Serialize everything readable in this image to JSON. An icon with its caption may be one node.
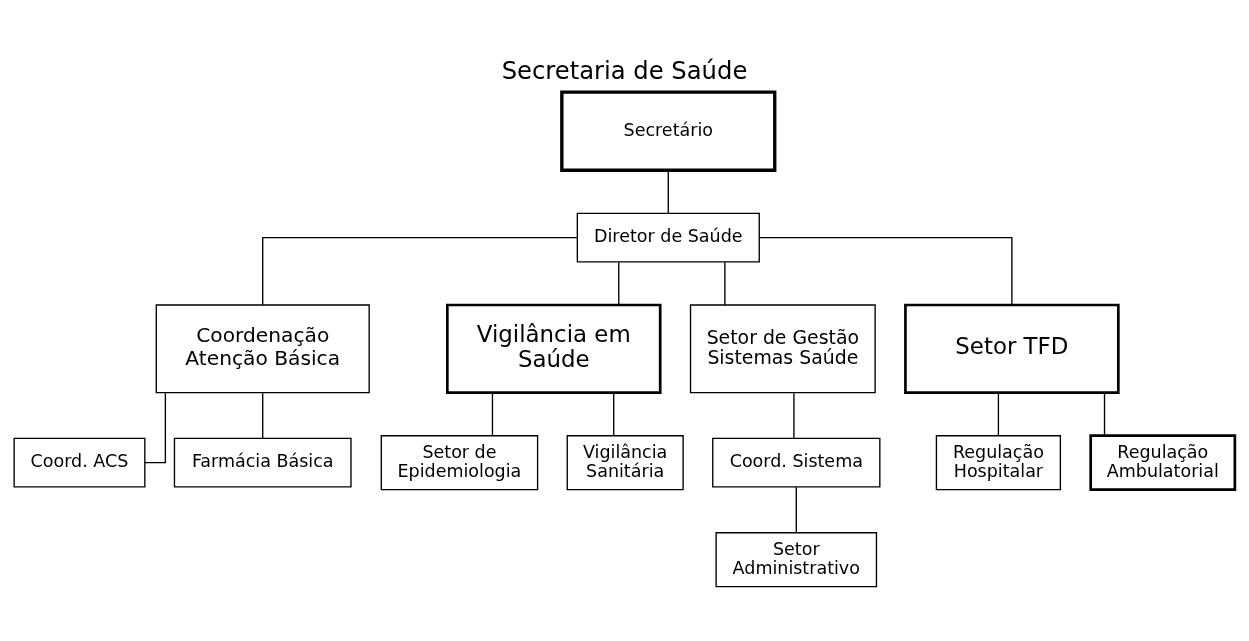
{
  "diagram": {
    "title": "Secretaria de Saúde",
    "nodes": [
      {
        "text": [
          "Secretário"
        ]
      },
      {
        "text": [
          "Diretor de Saúde"
        ]
      },
      {
        "text": [
          "Coordenação Atenção Básica"
        ]
      },
      {
        "text": [
          "Vigilância em Saúde"
        ]
      },
      {
        "text": [
          "Setor de Gestão Sistemas Saúde"
        ]
      },
      {
        "text": [
          "Setor TFD"
        ]
      },
      {
        "text": [
          "Coord. ACS"
        ]
      },
      {
        "text": [
          "Farmácia Básica"
        ]
      },
      {
        "text": [
          "Setor de Epidemiologia"
        ]
      },
      {
        "text": [
          "Vigilância Sanitária"
        ]
      },
      {
        "text": [
          "Coord. Sistema"
        ]
      },
      {
        "text": [
          "Setor Administrativo"
        ]
      },
      {
        "text": [
          "Regulação Hospitalar"
        ]
      },
      {
        "text": [
          "Regulação Ambulatorial"
        ]
      }
    ],
    "edges": [
      {
        "from": 0,
        "to": 1,
        "arrow": "none"
      },
      {
        "from": 1,
        "to": 2,
        "arrow": "none"
      },
      {
        "from": 1,
        "to": 3,
        "arrow": "none"
      },
      {
        "from": 1,
        "to": 4,
        "arrow": "none"
      },
      {
        "from": 1,
        "to": 5,
        "arrow": "none"
      },
      {
        "from": 2,
        "to": 6,
        "arrow": "none"
      },
      {
        "from": 2,
        "to": 7,
        "arrow": "none"
      },
      {
        "from": 3,
        "to": 8,
        "arrow": "none"
      },
      {
        "from": 3,
        "to": 9,
        "arrow": "none"
      },
      {
        "from": 4,
        "to": 10,
        "arrow": "none"
      },
      {
        "from": 10,
        "to": 11,
        "arrow": "none"
      },
      {
        "from": 5,
        "to": 12,
        "arrow": "none"
      },
      {
        "from": 5,
        "to": 13,
        "arrow": "none"
      }
    ]
  }
}
